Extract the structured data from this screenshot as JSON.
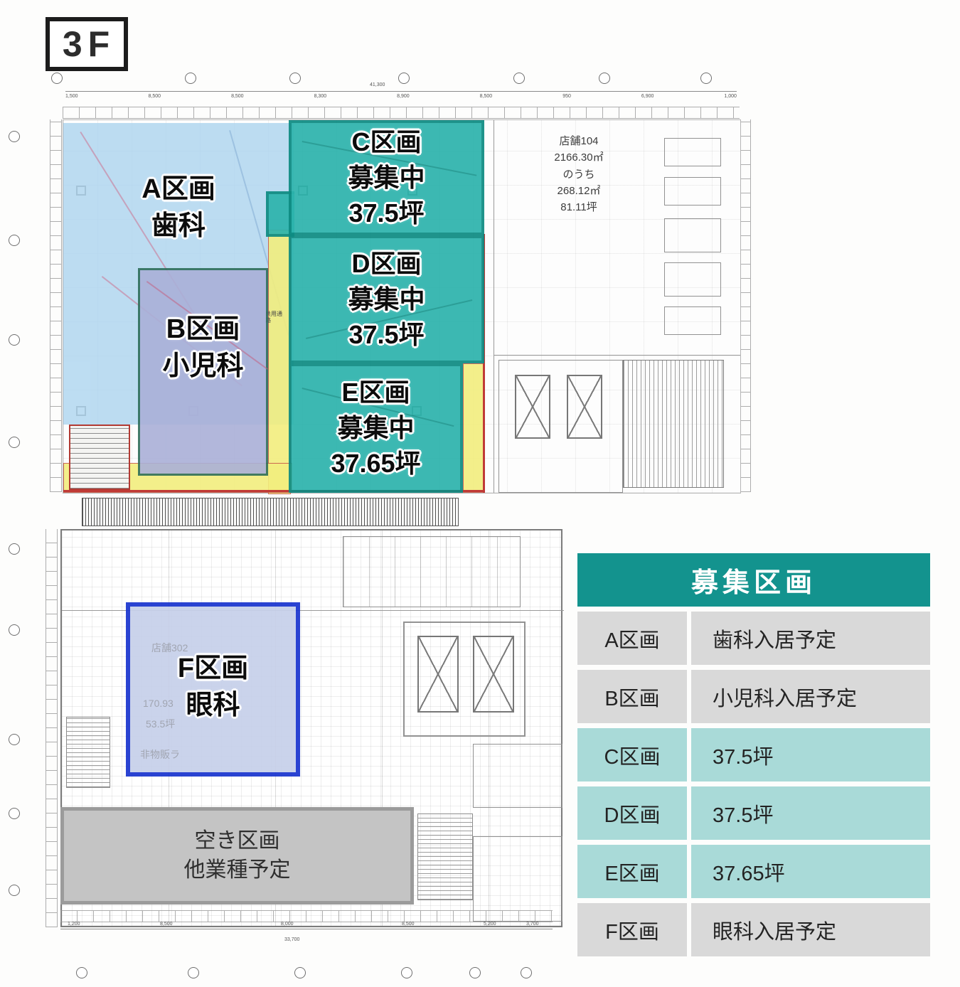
{
  "page": {
    "floor_label": "3F"
  },
  "plan": {
    "zone_a": {
      "name": "A区画",
      "use": "歯科"
    },
    "zone_b": {
      "name": "B区画",
      "use": "小児科"
    },
    "zone_c": {
      "name": "C区画",
      "status": "募集中",
      "area": "37.5坪"
    },
    "zone_d": {
      "name": "D区画",
      "status": "募集中",
      "area": "37.5坪"
    },
    "zone_e": {
      "name": "E区画",
      "status": "募集中",
      "area": "37.65坪"
    },
    "zone_f": {
      "name": "F区画",
      "use": "眼科"
    },
    "vacant": {
      "line1": "空き区画",
      "line2": "他業種予定"
    },
    "store104": {
      "line1": "店舗104",
      "line2": "2166.30㎡",
      "line3": "のうち",
      "line4": "268.12㎡",
      "line5": "81.11坪"
    },
    "corridor_label": "共用通路",
    "f_underlay": {
      "store": "店舗302",
      "area_sqm": "170.93",
      "area_tsubo": "53.5坪",
      "note": "非物販ラ"
    },
    "dimensions": {
      "top_total": "41,300",
      "top_segments": [
        "1,500",
        "8,500",
        "8,500",
        "8,300",
        "8,900",
        "8,500",
        "950",
        "6,900",
        "1,000"
      ],
      "bottom_total": "33,700",
      "bottom_segments": [
        "1,200",
        "8,500",
        "8,000",
        "8,500",
        "5,200",
        "3,700"
      ]
    }
  },
  "table": {
    "title": "募集区画",
    "rows": [
      {
        "zone": "A区画",
        "detail": "歯科入居予定",
        "variant": "gray"
      },
      {
        "zone": "B区画",
        "detail": "小児科入居予定",
        "variant": "gray"
      },
      {
        "zone": "C区画",
        "detail": "37.5坪",
        "variant": "teal"
      },
      {
        "zone": "D区画",
        "detail": "37.5坪",
        "variant": "teal"
      },
      {
        "zone": "E区画",
        "detail": "37.65坪",
        "variant": "teal"
      },
      {
        "zone": "F区画",
        "detail": "眼科入居予定",
        "variant": "gray"
      }
    ]
  },
  "colors": {
    "teal_zone": "#2cb3ac",
    "teal_zone_border": "#0d8b82",
    "header_teal": "#13938e",
    "row_teal": "#a9dad8",
    "row_gray": "#d9d9d9",
    "zone_a_fill": "#aed5ef",
    "zone_b_fill": "#aab0d8",
    "zone_f_fill": "#c7d0ea",
    "zone_f_border": "#1a35cf",
    "corridor_yellow": "#f2ee7e",
    "vacant_gray": "#c4c4c4",
    "boundary_red": "#c03a36"
  }
}
